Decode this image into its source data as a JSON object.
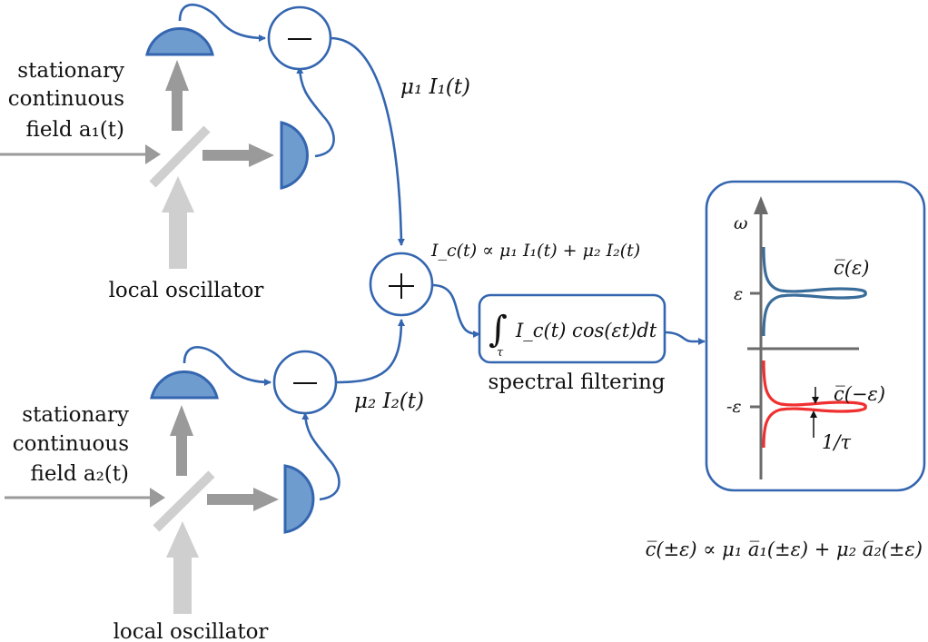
{
  "colors": {
    "wire": "#3466b0",
    "detector_fill": "#6f9ccf",
    "beam_dark": "#9a9a9a",
    "beam_light": "#cfcfcf",
    "axis": "#6b6b6b",
    "curve_pos": "#3a6d9a",
    "curve_neg": "#f03030"
  },
  "upper_arm": {
    "input_label": [
      "stationary",
      "continuous",
      "field a₁(t)"
    ],
    "lo_label": "local oscillator",
    "subtractor_symbol": "−",
    "current_label": "μ₁ I₁(t)"
  },
  "lower_arm": {
    "input_label": [
      "stationary",
      "continuous",
      "field a₂(t)"
    ],
    "lo_label": "local oscillator",
    "subtractor_symbol": "−",
    "current_label": "μ₂ I₂(t)"
  },
  "combiner": {
    "symbol": "+",
    "equation": "I_c(t) ∝ μ₁ I₁(t) + μ₂ I₂(t)"
  },
  "filter": {
    "integral_sub": "τ",
    "expression": "I_c(t) cos(εt)dt",
    "caption": "spectral filtering"
  },
  "spectrum": {
    "axis_label": "ω",
    "tick_pos": "ε",
    "tick_neg": "-ε",
    "label_pos": "c̅(ε)",
    "label_neg": "c̅(−ε)",
    "width_label": "1/τ"
  },
  "result_equation": "c̅(±ε) ∝ μ₁ a̅₁(±ε) + μ₂ a̅₂(±ε)"
}
